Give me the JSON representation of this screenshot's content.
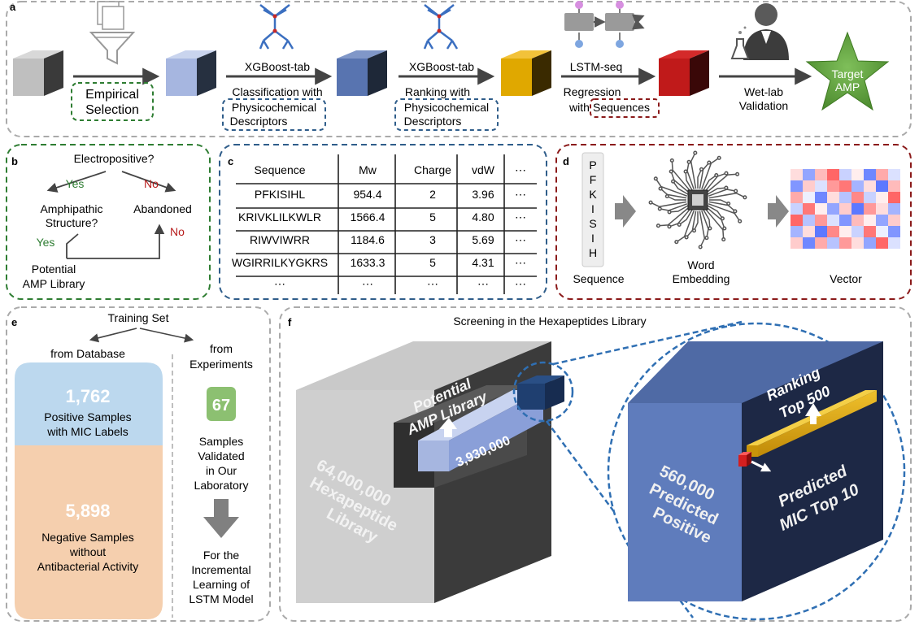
{
  "panel_a": {
    "letter": "a",
    "step1_label_1": "Empirical",
    "step1_label_2": "Selection",
    "step2_method": "XGBoost-tab",
    "step2_label_1": "Classification with",
    "step2_label_2": "Physicochemical",
    "step2_label_3": "Descriptors",
    "step3_method": "XGBoost-tab",
    "step3_label_1": "Ranking with",
    "step3_label_2": "Physicochemical",
    "step3_label_3": "Descriptors",
    "step4_method": "LSTM-seq",
    "step4_label_1": "Regression",
    "step4_label_2a": "with",
    "step4_label_2b": "Sequences",
    "step5_label_1": "Wet-lab",
    "step5_label_2": "Validation",
    "target_1": "Target",
    "target_2": "AMP"
  },
  "panel_b": {
    "letter": "b",
    "question_1": "Electropositive?",
    "yes_1": "Yes",
    "no_1": "No",
    "question_2a": "Amphipathic",
    "question_2b": "Structure?",
    "abandoned": "Abandoned",
    "yes_2": "Yes",
    "no_2": "No",
    "result_1": "Potential",
    "result_2": "AMP Library"
  },
  "panel_c": {
    "letter": "c",
    "headers": [
      "Sequence",
      "Mw",
      "Charge",
      "vdW",
      "⋯"
    ],
    "rows": [
      [
        "PFKISIHL",
        "954.4",
        "2",
        "3.96",
        "⋯"
      ],
      [
        "KRIVKLILKWLR",
        "1566.4",
        "5",
        "4.80",
        "⋯"
      ],
      [
        "RIWVIWRR",
        "1184.6",
        "3",
        "5.69",
        "⋯"
      ],
      [
        "WGIRRILKYGKRS",
        "1633.3",
        "5",
        "4.31",
        "⋯"
      ],
      [
        "⋯",
        "⋯",
        "⋯",
        "⋯",
        "⋯"
      ]
    ]
  },
  "panel_d": {
    "letter": "d",
    "letters": [
      "P",
      "F",
      "K",
      "I",
      "S",
      "I",
      "H"
    ],
    "sequence_label": "Sequence",
    "embedding_1": "Word",
    "embedding_2": "Embedding",
    "vector_label": "Vector"
  },
  "panel_e": {
    "letter": "e",
    "training_set": "Training Set",
    "from_database": "from Database",
    "from_exp_1": "from",
    "from_exp_2": "Experiments",
    "pos_count": "1,762",
    "pos_1": "Positive Samples",
    "pos_2": "with MIC Labels",
    "neg_count": "5,898",
    "neg_1": "Negative Samples",
    "neg_2": "without",
    "neg_3": "Antibacterial Activity",
    "exp_count": "67",
    "exp_1": "Samples",
    "exp_2": "Validated",
    "exp_3": "in Our",
    "exp_4": "Laboratory",
    "inc_1": "For the",
    "inc_2": "Incremental",
    "inc_3": "Learning of",
    "inc_4": "LSTM Model"
  },
  "panel_f": {
    "letter": "f",
    "title": "Screening in the Hexapeptides Library",
    "lib_1": "64,000,000",
    "lib_2": "Hexapeptide",
    "lib_3": "Library",
    "pot_1": "Potential",
    "pot_2": "AMP Library",
    "pot_count": "3,930,000",
    "pred_1": "560,000",
    "pred_2": "Predicted",
    "pred_3": "Positive",
    "rank_1": "Ranking",
    "rank_2": "Top 500",
    "mic_1": "Predicted",
    "mic_2": "MIC Top 10"
  },
  "colors": {
    "green_dash": "#2e7d32",
    "blue_dash": "#2f5d8a",
    "red_dash": "#8b1a1a",
    "gray_dash": "#aaaaaa",
    "positive_bg": "#bcd8ee",
    "negative_bg": "#f5cfae",
    "star": "#5e9a3a",
    "exp_box": "#8cc071",
    "yes": "#2e7d32",
    "no": "#b71c1c"
  },
  "heatmap": {
    "rows": 7,
    "cols": 9,
    "values": [
      [
        0.2,
        -0.6,
        0.4,
        0.9,
        -0.3,
        0.1,
        -0.8,
        0.5,
        -0.2
      ],
      [
        -0.7,
        0.3,
        -0.2,
        0.6,
        0.8,
        -0.5,
        0.2,
        -0.9,
        0.4
      ],
      [
        0.5,
        -0.1,
        -0.8,
        0.2,
        -0.4,
        0.7,
        -0.3,
        0.1,
        0.9
      ],
      [
        -0.3,
        0.8,
        0.1,
        -0.6,
        0.3,
        -0.9,
        0.6,
        0.2,
        -0.5
      ],
      [
        0.9,
        -0.4,
        0.6,
        -0.2,
        -0.7,
        0.4,
        0.1,
        -0.6,
        0.3
      ],
      [
        -0.5,
        0.2,
        -0.9,
        0.7,
        0.1,
        -0.3,
        0.8,
        -0.1,
        -0.7
      ],
      [
        0.3,
        -0.8,
        0.5,
        -0.4,
        0.6,
        0.2,
        -0.6,
        0.9,
        -0.2
      ]
    ]
  }
}
